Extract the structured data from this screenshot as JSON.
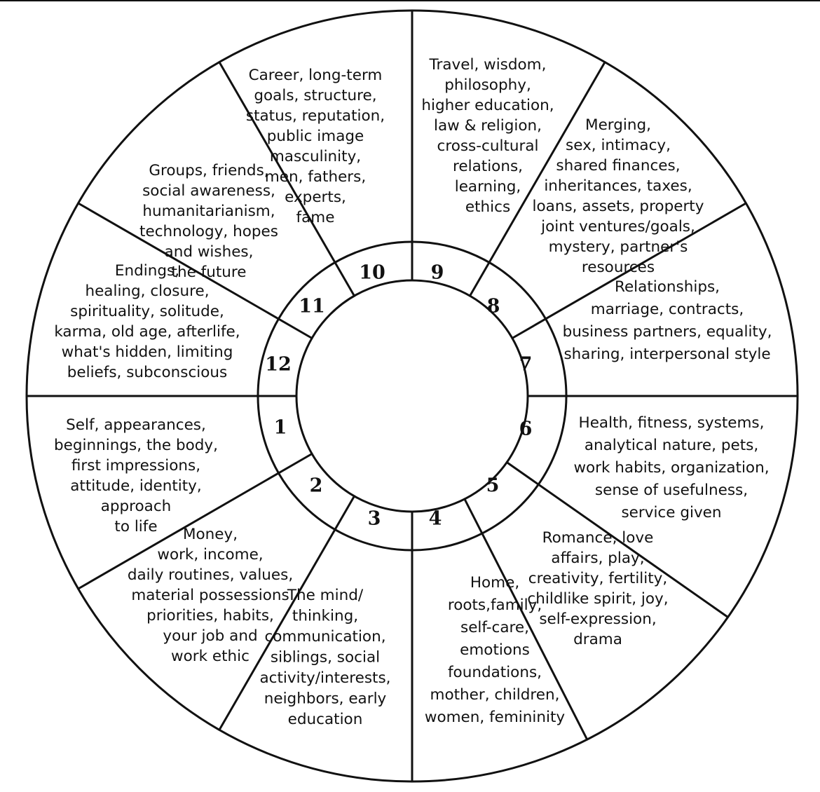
{
  "colors": {
    "ink": "#111111",
    "background": "#ffffff"
  },
  "houses": [
    {
      "number": "1",
      "lines": [
        "Self, appearances,",
        "beginnings, the body,",
        "first impressions,",
        "attitude, identity,",
        "approach",
        "to  life"
      ]
    },
    {
      "number": "2",
      "lines": [
        "Money,",
        "work, income,",
        "daily routines, values,",
        "material possessions",
        "priorities, habits,",
        "your job and",
        "work ethic"
      ]
    },
    {
      "number": "3",
      "lines": [
        "The mind/",
        "thinking,",
        "communication,",
        "siblings, social",
        "activity/interests,",
        "neighbors, early",
        "education"
      ]
    },
    {
      "number": "4",
      "lines": [
        "Home,",
        "roots,family,",
        "self-care,",
        "emotions",
        "foundations,",
        "mother, children,",
        "women, femininity"
      ]
    },
    {
      "number": "5",
      "lines": [
        "Romance, love",
        "affairs, play,",
        "creativity, fertility,",
        "childlike spirit, joy,",
        "self-expression,",
        "drama"
      ]
    },
    {
      "number": "6",
      "lines": [
        "Health, fitness, systems,",
        "analytical nature, pets,",
        "work habits, organization,",
        "sense of usefulness,",
        "service given"
      ]
    },
    {
      "number": "7",
      "lines": [
        "Relationships,",
        "marriage, contracts,",
        "business partners, equality,",
        "sharing, interpersonal style"
      ]
    },
    {
      "number": "8",
      "lines": [
        "Merging,",
        "sex, intimacy,",
        "shared finances,",
        "inheritances, taxes,",
        "loans, assets, property",
        "joint ventures/goals,",
        "mystery, partner's",
        "resources"
      ]
    },
    {
      "number": "9",
      "lines": [
        "Travel, wisdom,",
        "philosophy,",
        "higher education,",
        "law & religion,",
        "cross-cultural",
        "relations,",
        "learning,",
        "ethics"
      ]
    },
    {
      "number": "10",
      "lines": [
        "Career, long-term",
        "goals, structure,",
        "status, reputation,",
        "public image",
        "masculinity,",
        "men, fathers,",
        "experts,",
        "fame"
      ]
    },
    {
      "number": "11",
      "lines": [
        "Groups, friends,",
        "social awareness,",
        "humanitarianism,",
        "technology, hopes",
        "and wishes,",
        "the future"
      ]
    },
    {
      "number": "12",
      "lines": [
        "Endings,",
        "healing, closure,",
        "spirituality, solitude,",
        "karma, old age, afterlife,",
        "what's hidden, limiting",
        "beliefs, subconscious"
      ]
    }
  ]
}
